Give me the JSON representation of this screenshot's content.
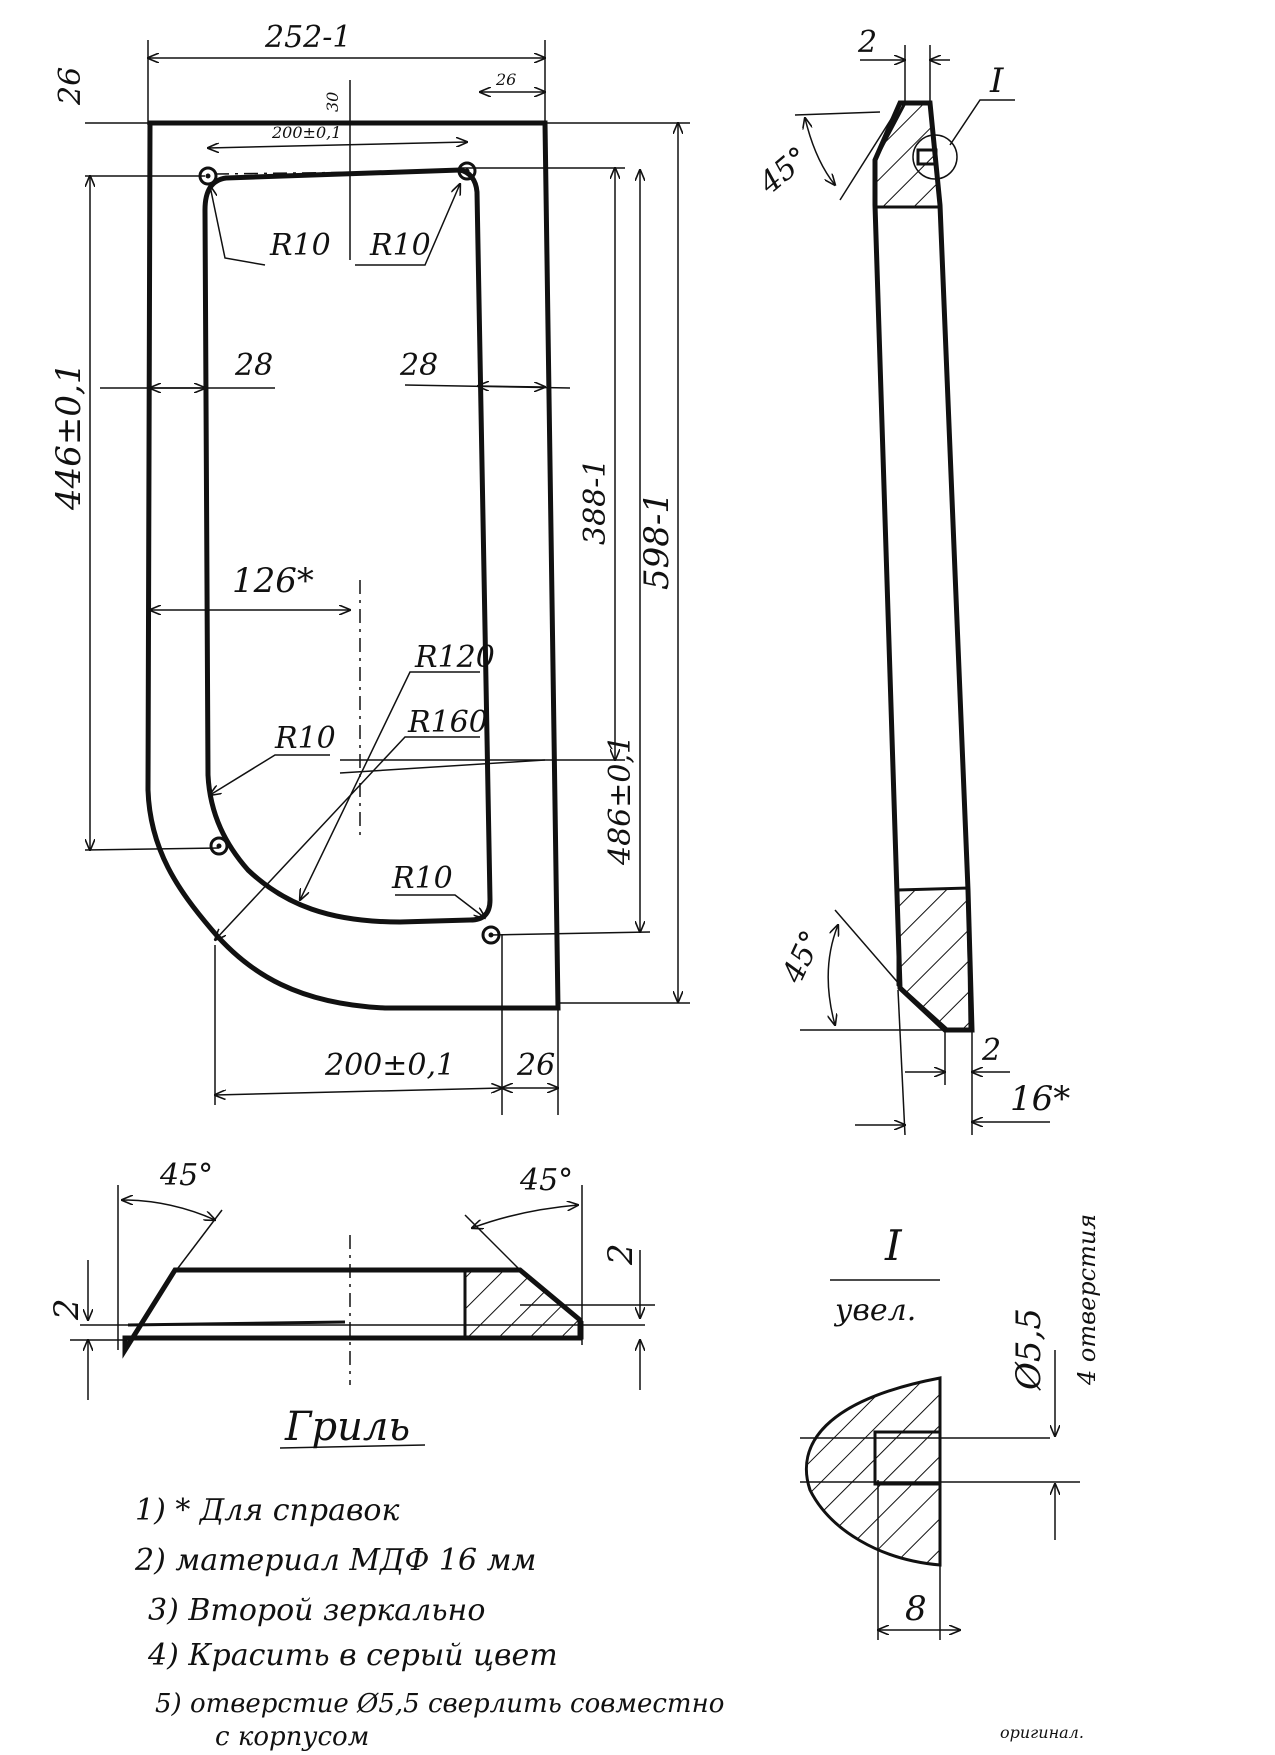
{
  "front_view": {
    "dim_width_total": "252-1",
    "dim_top_band": "26",
    "dim_hole_offset": "30",
    "dim_right_band": "26",
    "dim_top_holes": "200±0,1",
    "dim_radius_left": "R10",
    "dim_radius_right": "R10",
    "dim_left_wall": "28",
    "dim_right_wall": "28",
    "dim_height_outer": "446±0,1",
    "dim_inner_height": "388-1",
    "dim_total_height": "598-1",
    "dim_center_ref": "126*",
    "dim_r120": "R120",
    "dim_r160": "R160",
    "dim_r10_bottom_left": "R10",
    "dim_r10_bottom_right": "R10",
    "dim_lower_holes": "486±0,1",
    "dim_bottom_holes": "200±0,1",
    "dim_bottom_band": "26"
  },
  "side_view": {
    "dim_top_chamfer": "2",
    "section_mark": "I",
    "angle_top": "45°",
    "angle_bottom": "45°",
    "dim_bottom_chamfer": "2",
    "dim_thickness": "16*"
  },
  "bottom_view": {
    "angle_left": "45°",
    "angle_right": "45°",
    "dim_left": "2",
    "dim_right": "2"
  },
  "detail": {
    "title": "I",
    "subtitle": "увел.",
    "hole_dia": "Ø5,5",
    "hole_label": "4 отверстия",
    "depth": "8"
  },
  "part_name": "Гриль",
  "notes": [
    "1) * Для справок",
    "2) материал МДФ 16 мм",
    "3) Второй зеркально",
    "4) Красить в серый цвет",
    "5) отверстие Ø5,5 сверлить совместно",
    "с корпусом"
  ],
  "stamp": "оригинал."
}
